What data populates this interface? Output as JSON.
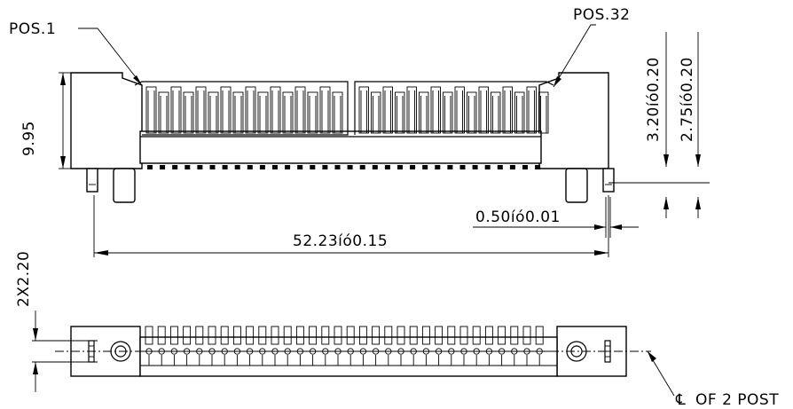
{
  "labels": {
    "pos_first": "POS.1",
    "pos_last": "POS.32",
    "height": "9.95",
    "dim_top_a": "3.20íó0.20",
    "dim_top_b": "2.75íó0.20",
    "pitch": "0.50íó0.01",
    "length": "52.23íó0.15",
    "post_spacing": "2X2.20",
    "centerline_note": "OF 2 POST",
    "centerline_symbol": "℄"
  }
}
